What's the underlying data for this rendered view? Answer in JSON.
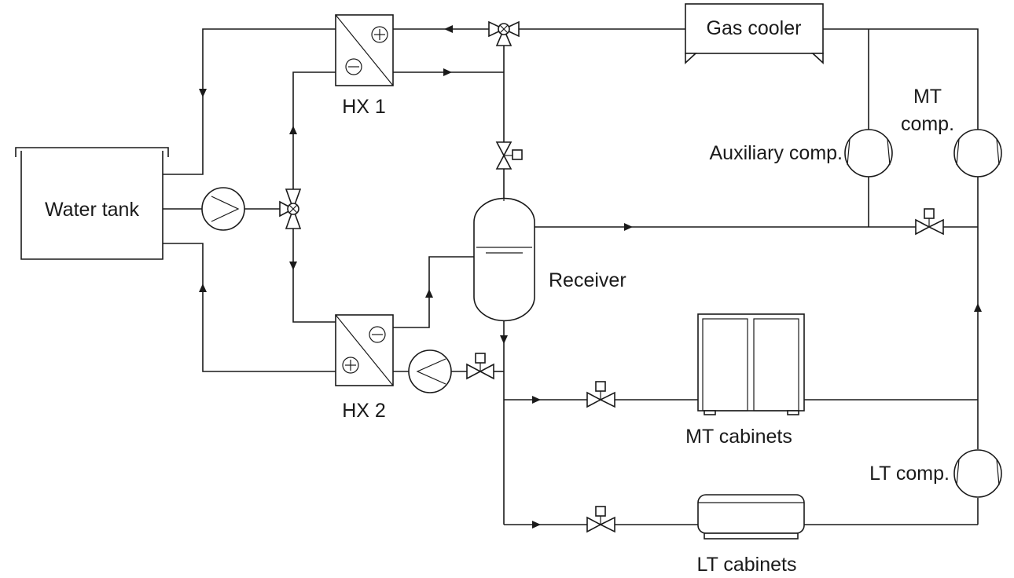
{
  "labels": {
    "water_tank": "Water tank",
    "hx1": "HX 1",
    "hx2": "HX 2",
    "gas_cooler": "Gas cooler",
    "receiver": "Receiver",
    "mt_comp_line1": "MT",
    "mt_comp_line2": "comp.",
    "auxiliary_comp": "Auxiliary comp.",
    "lt_comp": "LT comp.",
    "mt_cabinets": "MT cabinets",
    "lt_cabinets": "LT cabinets"
  }
}
